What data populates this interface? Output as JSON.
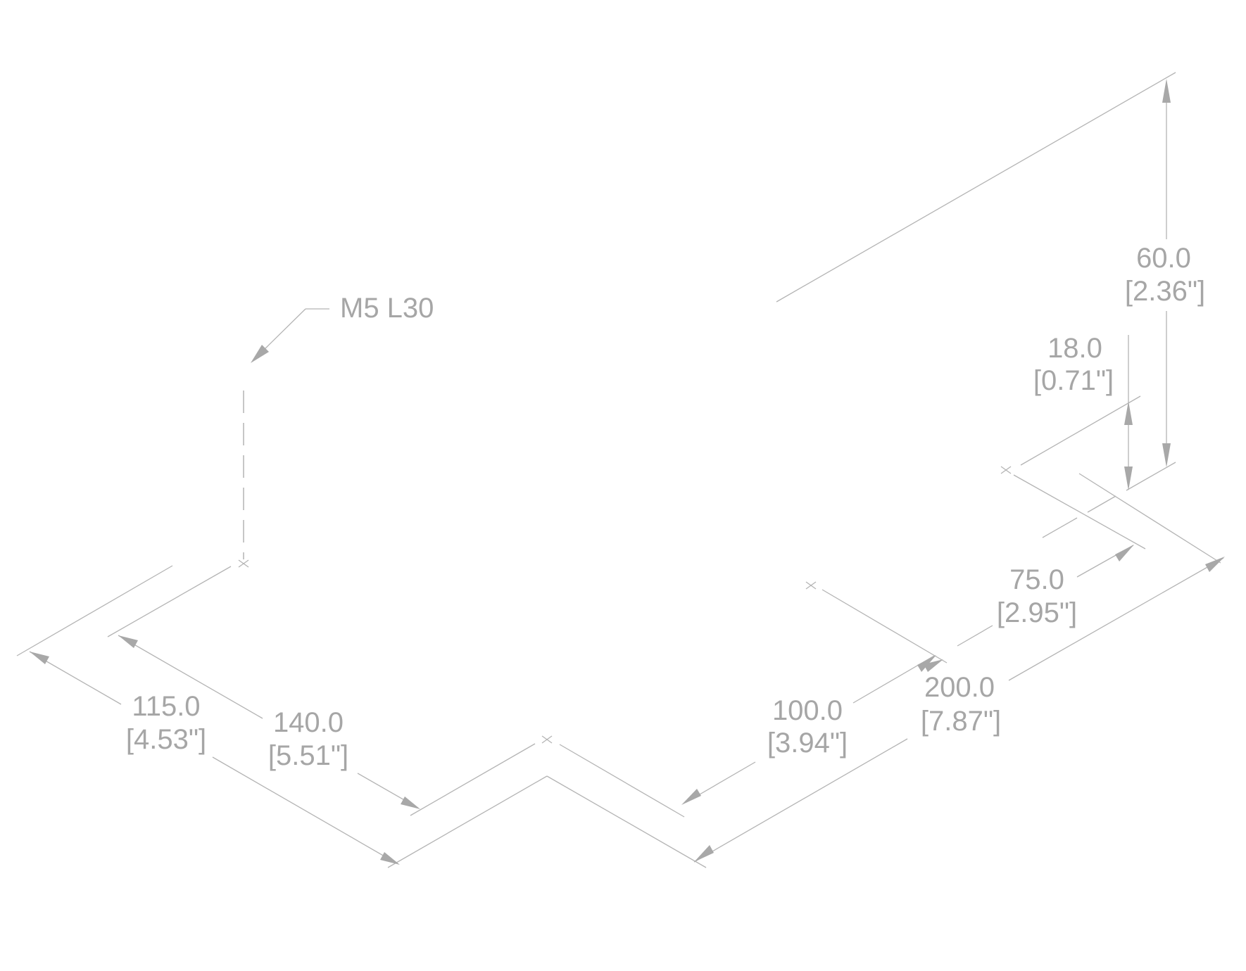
{
  "callout": {
    "label": "M5 L30"
  },
  "dimensions": [
    {
      "id": "dim-60",
      "value": "60.0",
      "inch": "[2.36\"]"
    },
    {
      "id": "dim-18",
      "value": "18.0",
      "inch": "[0.71\"]"
    },
    {
      "id": "dim-75",
      "value": "75.0",
      "inch": "[2.95\"]"
    },
    {
      "id": "dim-200",
      "value": "200.0",
      "inch": "[7.87\"]"
    },
    {
      "id": "dim-100",
      "value": "100.0",
      "inch": "[3.94\"]"
    },
    {
      "id": "dim-140",
      "value": "140.0",
      "inch": "[5.51\"]"
    },
    {
      "id": "dim-115",
      "value": "115.0",
      "inch": "[4.53\"]"
    }
  ],
  "colors": {
    "line": "#b4b4b4",
    "text": "#a6a6a6",
    "background": "#ffffff"
  }
}
